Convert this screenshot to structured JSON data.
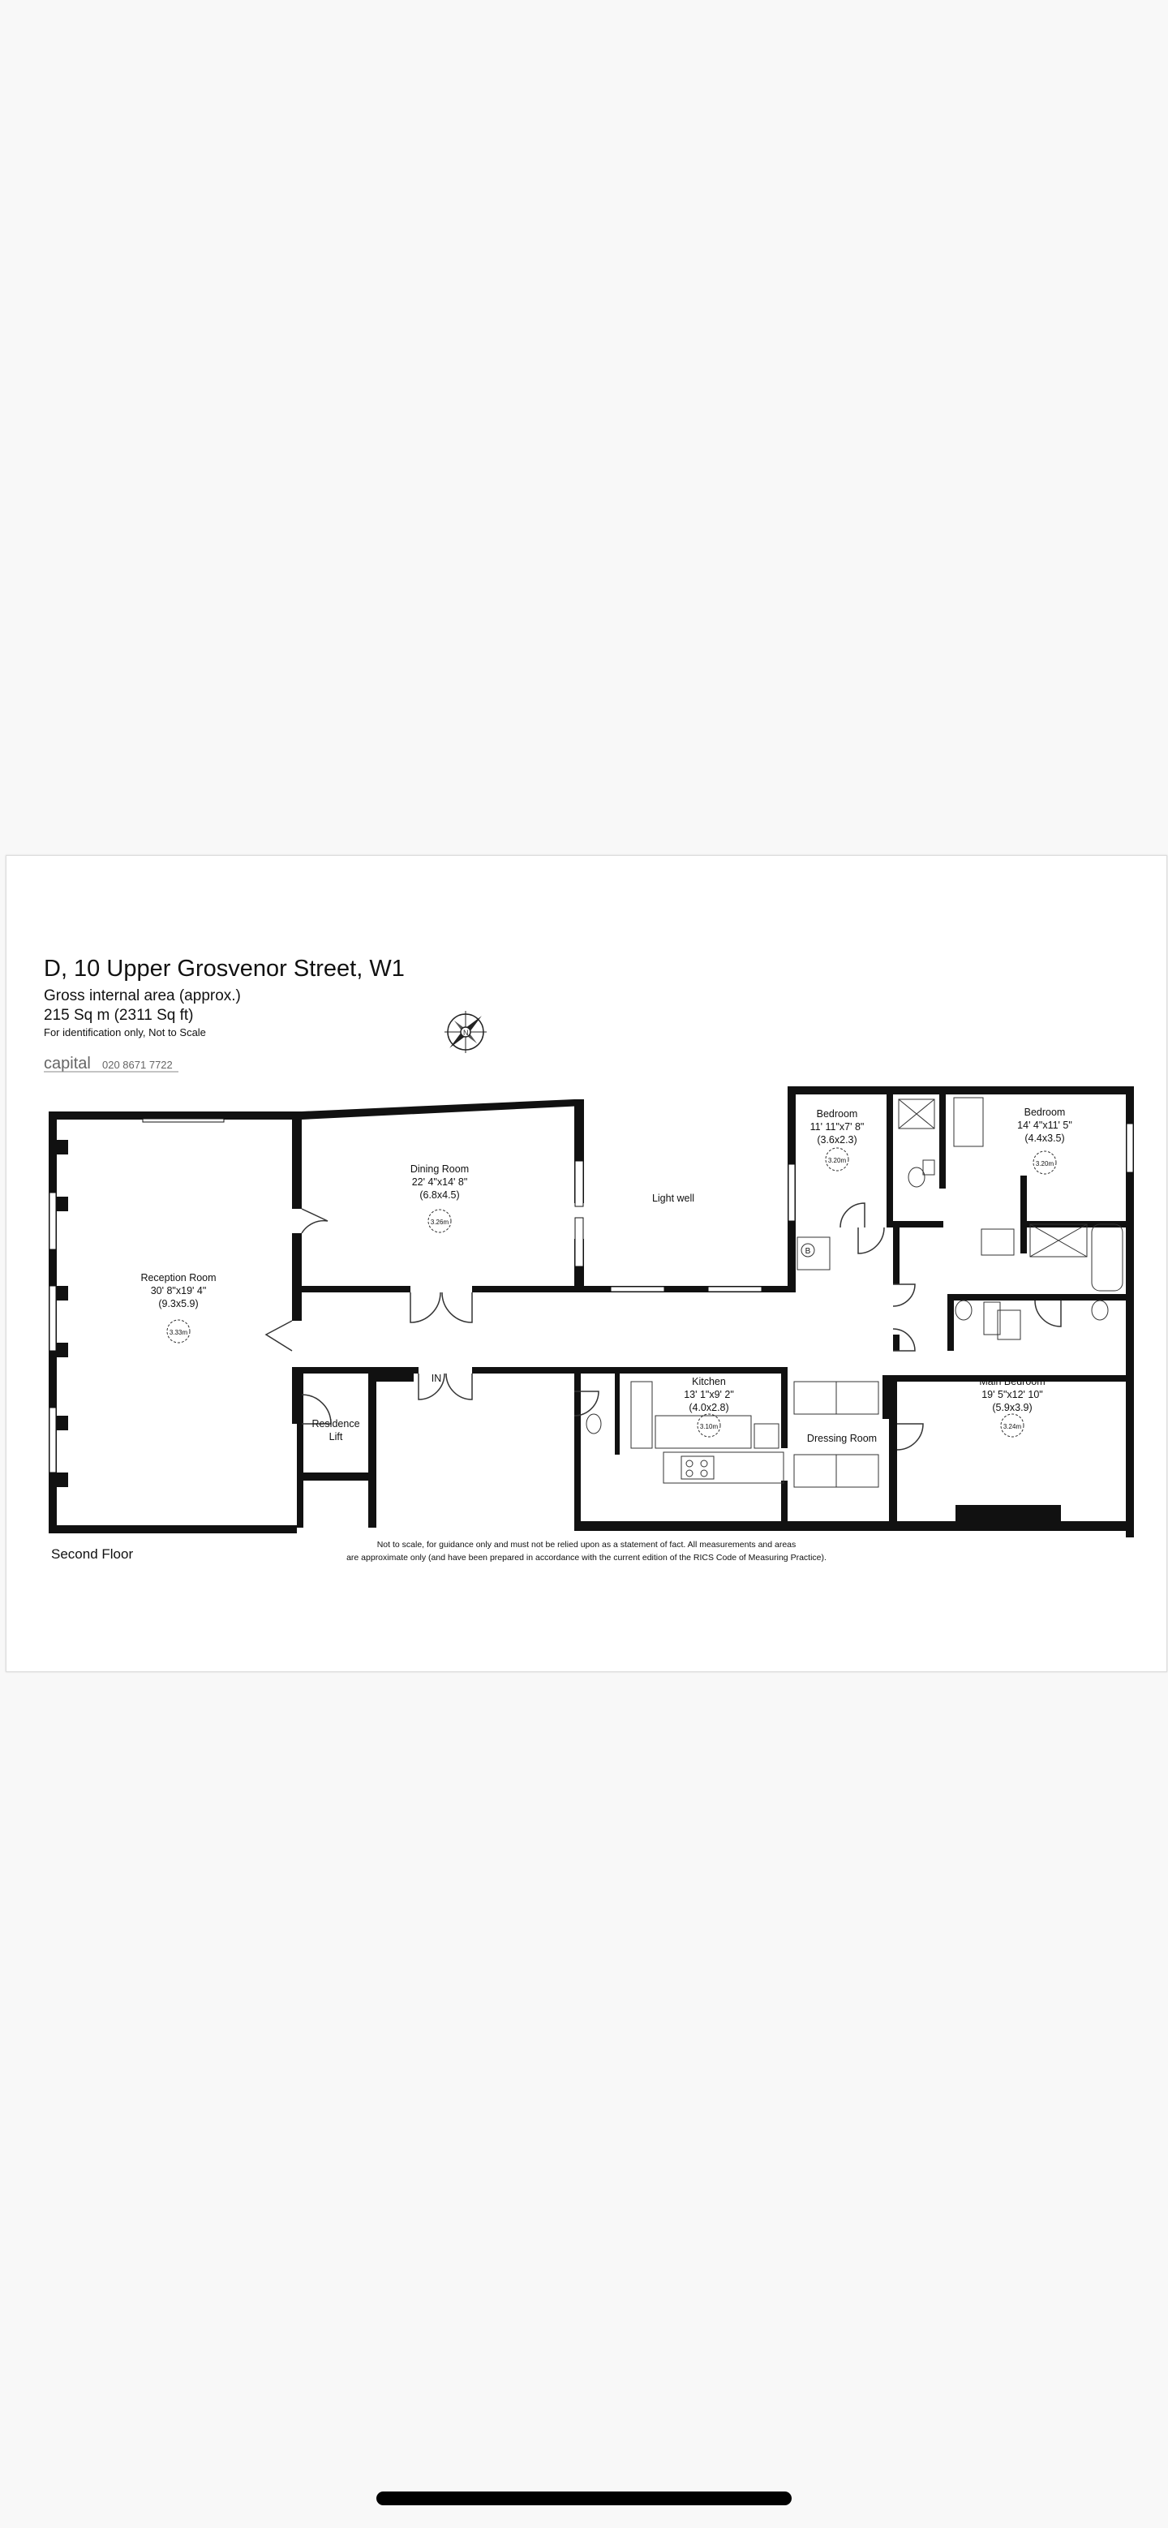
{
  "header": {
    "address": "D, 10 Upper Grosvenor Street, W1",
    "area_label": "Gross internal area (approx.)",
    "area_value": "215 Sq m (2311 Sq ft)",
    "identification_note": "For identification only, Not to Scale",
    "agent_name": "capital",
    "agent_phone": "020 8671 7722"
  },
  "rooms": {
    "reception": {
      "name": "Reception Room",
      "dims_imperial": "30' 8\"x19' 4\"",
      "dims_metric": "(9.3x5.9)",
      "height": "3.33m"
    },
    "dining": {
      "name": "Dining Room",
      "dims_imperial": "22' 4\"x14' 8\"",
      "dims_metric": "(6.8x4.5)",
      "height": "3.26m"
    },
    "bedroom1": {
      "name": "Bedroom",
      "dims_imperial": "11' 11\"x7' 8\"",
      "dims_metric": "(3.6x2.3)",
      "height": "3.20m"
    },
    "bedroom2": {
      "name": "Bedroom",
      "dims_imperial": "14' 4\"x11' 5\"",
      "dims_metric": "(4.4x3.5)",
      "height": "3.20m"
    },
    "kitchen": {
      "name": "Kitchen",
      "dims_imperial": "13' 1\"x9' 2\"",
      "dims_metric": "(4.0x2.8)",
      "height": "3.10m"
    },
    "main_bedroom": {
      "name": "Main Bedroom",
      "dims_imperial": "19' 5\"x12' 10\"",
      "dims_metric": "(5.9x3.9)",
      "height": "3.24m"
    }
  },
  "labels": {
    "light_well": "Light well",
    "dressing_room": "Dressing Room",
    "residence_lift_1": "Residence",
    "residence_lift_2": "Lift",
    "entrance": "IN",
    "boiler": "B",
    "floor_name": "Second Floor",
    "compass": "N"
  },
  "disclaimer": {
    "line1": "Not to scale, for guidance only and must not be relied upon as a statement of fact.  All measurements and areas",
    "line2": "are approximate only (and have been prepared in accordance with the current edition of the RICS Code of Measuring Practice)."
  },
  "colors": {
    "wall": "#111111",
    "background": "#f8f8f8",
    "card": "#ffffff"
  }
}
